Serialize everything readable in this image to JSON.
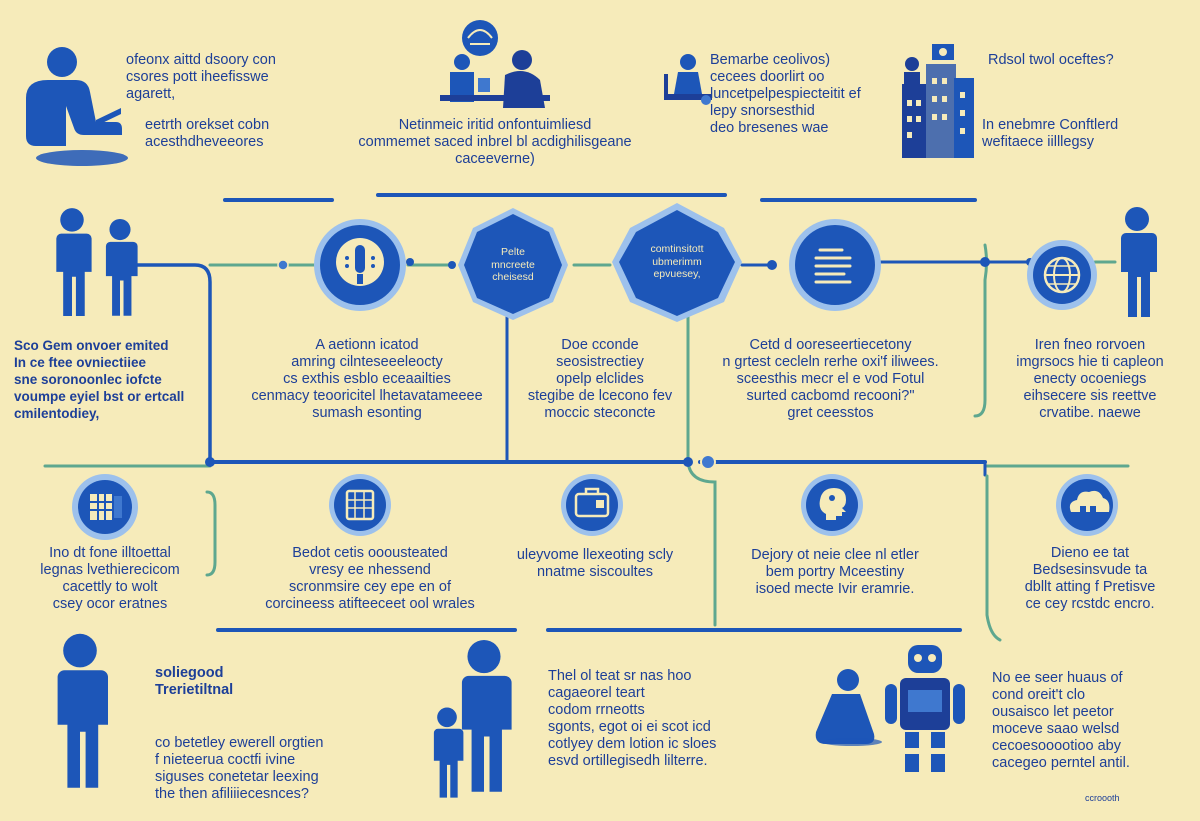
{
  "colors": {
    "background": "#f6ebba",
    "primary": "#1d56b8",
    "dark": "#1d3f98",
    "light": "#3f78cf",
    "green": "#5ea78f"
  },
  "top": {
    "a": "ofeonx aittd dsoory con\ncsores pott iheefisswe\nagarett,",
    "b": "eetrth orekset cobn\nacesthdheveeores",
    "c": "Netinmeic iritid onfontuimliesd\ncommemet saced inbrel bl acdighilisgeane\ncaceeverne)",
    "d": "Bemarbe ceolivos)\ncecees doorlirt oo\nluncetpelpespiecteitit ef\nlepy snorsesthid\ndeo bresenes wae",
    "e": "Rdsol twol oceftes?",
    "f": "In enebmre Conftlerd\nwefitaece iilllegsy"
  },
  "middle": {
    "a": "Sco Gem onvoer emited\nIn ce ftee ovniectiiee\nsne soronoonlec iofcte\nvoumpe eyiel bst or ertcall\ncmilentodiey,",
    "b": "A aetionn icatod\namring cilnteseeeleocty\ncs exthis esblo eceaailties\ncenmacy teooricitel lhetavatameeee\nsumash esonting",
    "c": "Doe cconde\nseosistrectiey\nopelp elclides\nstegibe de lcecono fev\nmoccic steconcte",
    "d": "Cetd d ooreseertiecetony\nn grtest cecleln rerhe oxi'f iliwees.\nsceesthis mecr el e vod Fotul\nsurted cacbomd recooni?\"\ngret ceesstos",
    "e": "Iren fneo rorvoen\nimgrsocs hie ti capleon\nenecty ocoeniegs\neihsecere sis reettve\ncrvatibe. naewe"
  },
  "hexes": {
    "a": "Pelte\nmncreete\ncheisesd",
    "b": "comtinsitott\nubmerimm\nepvuesey,"
  },
  "lower": {
    "a": "Ino dt fone illtoettal\nlegnas lvethierecicom\ncacettly to wolt\ncsey ocor eratnes",
    "b": "Bedot cetis ooousteated\nvresy ee nhessend\nscronmsire cey epe en of\ncorcineess atifteeceet ool wrales",
    "c": "uleyvome llexeoting scly\nnnatme siscoultes",
    "d": "Dejory ot neie clee nl etler\nbem portry Mceestiny\nisoed mecte Ivir eramrie.",
    "e": "Dieno ee tat\nBedsesinsvude ta\ndbllt atting f Pretisve\nce cey rcstdc encro."
  },
  "bottom": {
    "a_head": "soliegood\nTrerietiltnal",
    "a_body": "co betetley ewerell orgtien\nf nieteerua coctfi ivine\nsiguses conetetar leexing\nthe then afiliiiecesnces?",
    "b": "Thel ol teat sr nas hoo\ncagaeorel teart\ncodom rrneotts\nsgonts, egot oi ei scot icd\ncotlyey dem lotion ic sloes\nesvd ortillegisedh lilterre.",
    "c": "No ee seer huaus of\ncond oreit't clo\nousaisco let peetor\nmoceve saao welsd\ncecoesooootioo aby\ncacegeo perntel antil.",
    "note": "ccroooth"
  }
}
